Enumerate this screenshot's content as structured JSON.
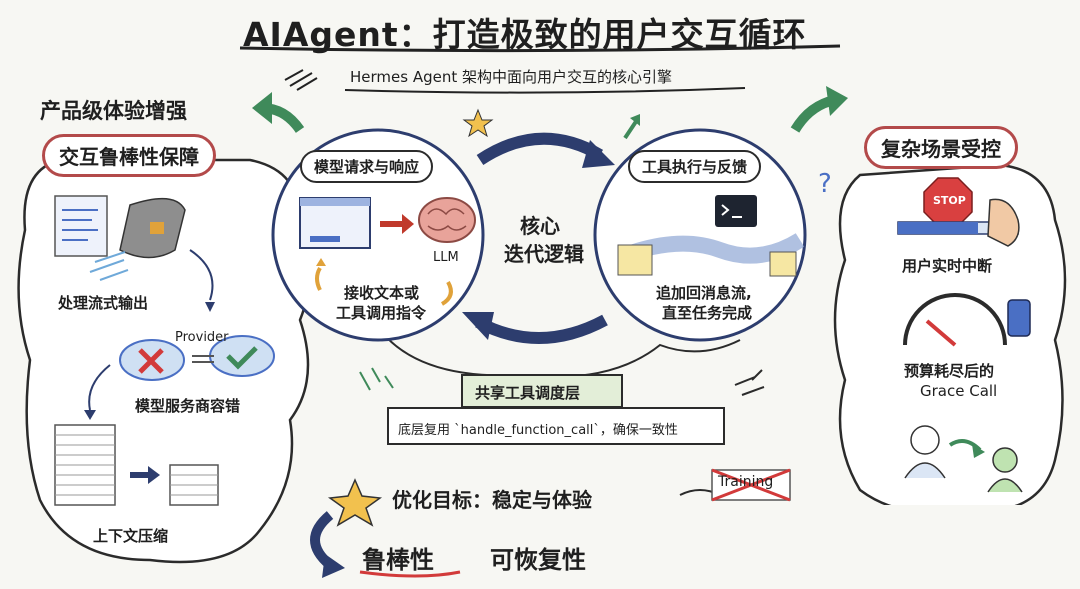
{
  "title": "AIAgent：打造极致的用户交互循环",
  "subtitle": "Hermes Agent 架构中面向用户交互的核心引擎",
  "left": {
    "heading": "产品级体验增强",
    "badge": "交互鲁棒性保障",
    "stream_label": "处理流式输出",
    "provider_label": "Provider",
    "failover_label": "模型服务商容错",
    "compress_label": "上下文压缩"
  },
  "center": {
    "left_circle_title": "模型请求与响应",
    "llm_label": "LLM",
    "left_circle_caption_1": "接收文本或",
    "left_circle_caption_2": "工具调用指令",
    "core_label_1": "核心",
    "core_label_2": "迭代逻辑",
    "right_circle_title": "工具执行与反馈",
    "right_circle_caption_1": "追加回消息流,",
    "right_circle_caption_2": "直至任务完成",
    "shared_layer_title": "共享工具调度层",
    "shared_layer_desc": "底层复用 `handle_function_call`，确保一致性"
  },
  "bottom": {
    "goal_label": "优化目标：稳定与体验",
    "training_label": "Training",
    "robust_label": "鲁棒性",
    "recover_label": "可恢复性"
  },
  "right": {
    "badge": "复杂场景受控",
    "stop_label": "STOP",
    "interrupt_label": "用户实时中断",
    "budget_label_1": "预算耗尽后的",
    "budget_label_2": "Grace Call"
  },
  "colors": {
    "accent_green": "#3f8a5a",
    "accent_red": "#b34a4a",
    "accent_navy": "#2d3d6e",
    "stop_red": "#d94040"
  }
}
